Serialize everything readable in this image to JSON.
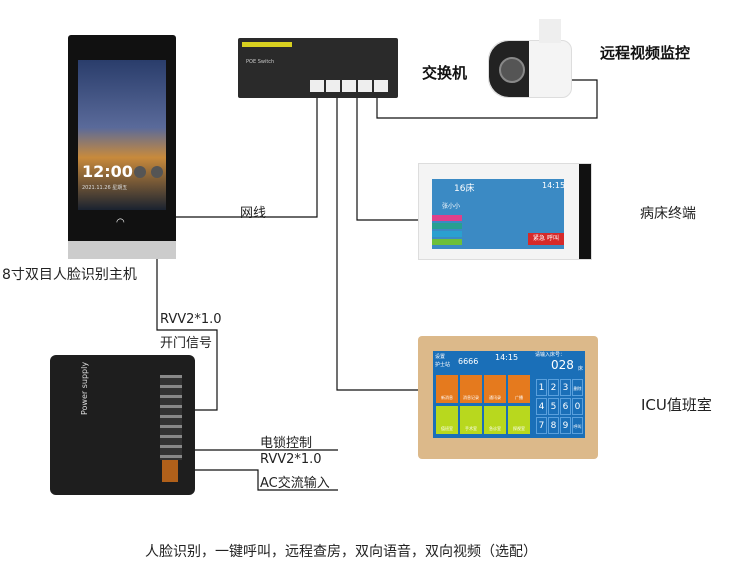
{
  "devices": {
    "face_terminal": {
      "label": "8寸双目人脸识别主机",
      "time": "12:00",
      "date": "2021.11.26  星期五"
    },
    "switch": {
      "label": "交换机",
      "brand_text": "POE Switch"
    },
    "camera": {
      "label": "远程视频监控"
    },
    "bedside": {
      "label": "病床终端",
      "bed": "16床",
      "time": "14:15",
      "name": "张小小",
      "alarm": "紧急  呼叫"
    },
    "icu": {
      "label": "ICU值班室",
      "nurse_no": "6666",
      "time": "14:15",
      "prompt": "请输入床号：",
      "bed_input": "028",
      "bed_unit": "床",
      "keys": [
        "1",
        "2",
        "3",
        "删除",
        "4",
        "5",
        "6",
        "0",
        "7",
        "8",
        "9",
        "呼叫"
      ],
      "top_tiles": [
        "新消息",
        "消息记录",
        "通讯录",
        "广播"
      ],
      "bottom_tiles": [
        "值班室",
        "手术室",
        "急诊室",
        "探视室"
      ],
      "side_tabs": [
        "设置",
        "护士站"
      ]
    },
    "power_supply": {
      "label_text": "Power supply"
    }
  },
  "wires": {
    "network": "网线",
    "door_signal_cable": "RVV2*1.0",
    "door_signal": "开门信号",
    "lock_control": "电锁控制",
    "ac_cable": "RVV2*1.0",
    "ac_input": "AC交流输入"
  },
  "caption": "人脸识别，一键呼叫，远程查房，双向语音，双向视频（选配）"
}
